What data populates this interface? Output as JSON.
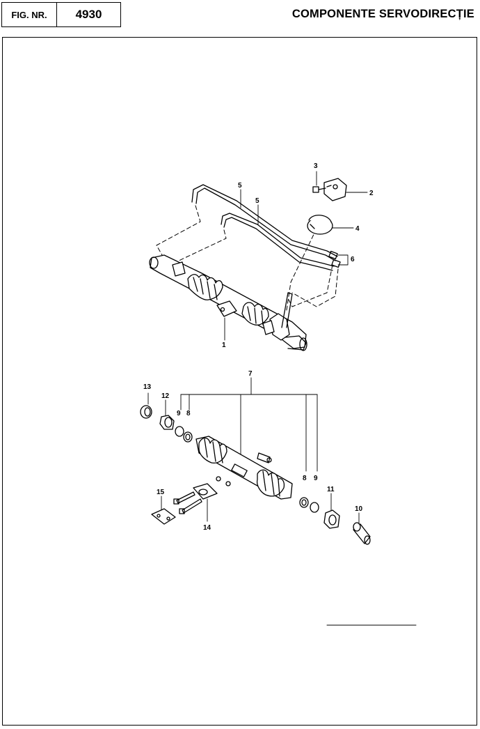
{
  "header": {
    "fig_label": "FIG. NR.",
    "fig_number": "4930",
    "title": "COMPONENTE SERVODIRECȚIE"
  },
  "callouts": {
    "c1": "1",
    "c2": "2",
    "c3": "3",
    "c4": "4",
    "c5a": "5",
    "c5b": "5",
    "c6": "6",
    "c7": "7",
    "c8a": "8",
    "c8b": "8",
    "c9a": "9",
    "c9b": "9",
    "c10": "10",
    "c11": "11",
    "c12": "12",
    "c13": "13",
    "c14": "14",
    "c15": "15"
  }
}
